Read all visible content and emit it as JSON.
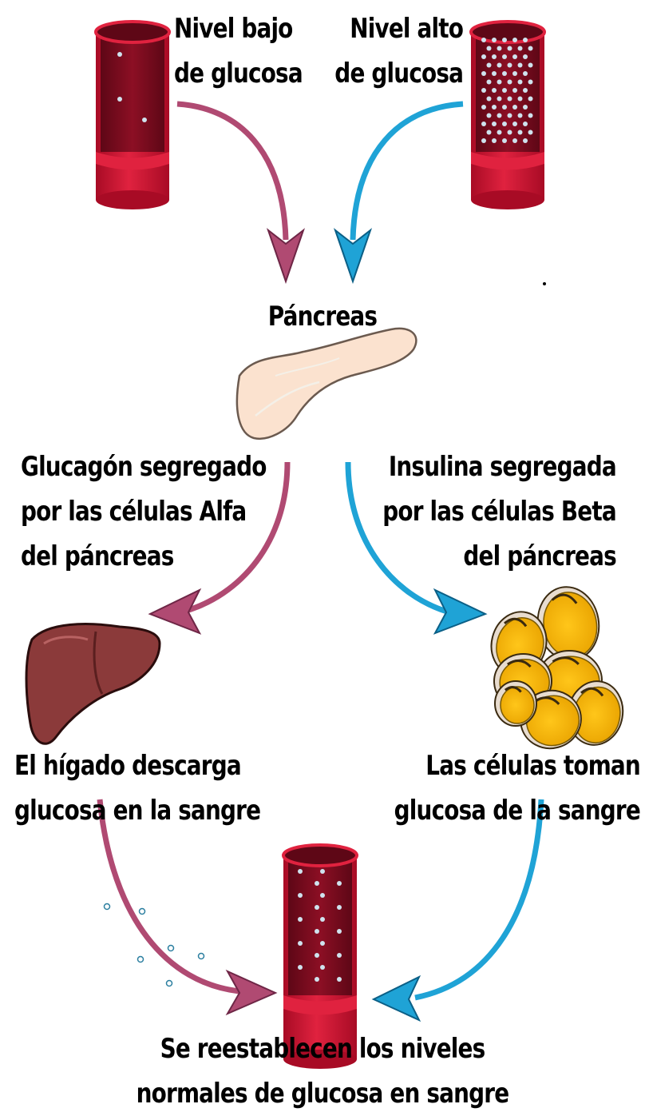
{
  "labels": {
    "low_glucose": [
      "Nivel bajo",
      "de glucosa"
    ],
    "high_glucose": [
      "Nivel alto",
      "de glucosa"
    ],
    "pancreas": "Páncreas",
    "glucagon": [
      "Glucagón segregado",
      "por las células Alfa",
      "del páncreas"
    ],
    "insulin": [
      "Insulina segregada",
      "por las células Beta",
      "del páncreas"
    ],
    "liver": [
      "El hígado descarga",
      "glucosa en la sangre"
    ],
    "cells": [
      "Las células toman",
      "glucosa de la sangre"
    ],
    "result": [
      "Se reestablecen los niveles",
      "normales de glucosa en sangre"
    ]
  },
  "colors": {
    "glucagon_arrow": "#b04a72",
    "insulin_arrow": "#1fa3d6",
    "vessel_red": "#c8102e",
    "vessel_dark": "#7a0a1c",
    "liver": "#8b3a3a",
    "fat_cell": "#f3b40b",
    "pancreas": "#fbe2cf"
  }
}
